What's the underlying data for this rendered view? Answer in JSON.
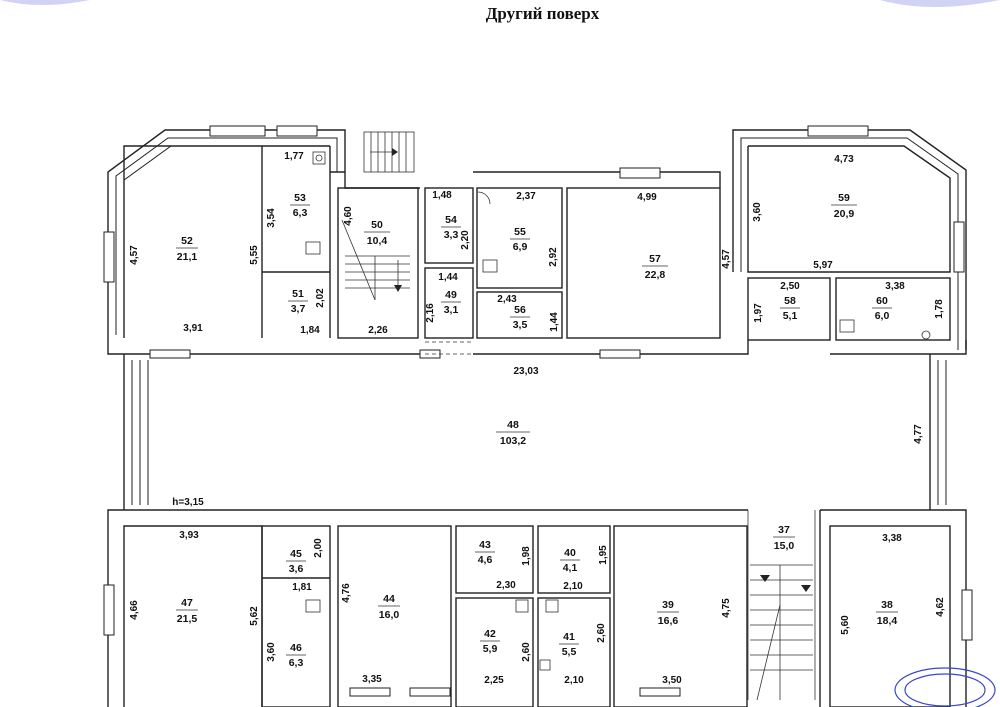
{
  "title": "Другий поверх",
  "rooms": [
    {
      "id": "52",
      "area": "21,1"
    },
    {
      "id": "53",
      "area": "6,3"
    },
    {
      "id": "51",
      "area": "3,7"
    },
    {
      "id": "50",
      "area": "10,4"
    },
    {
      "id": "54",
      "area": "3,3"
    },
    {
      "id": "49",
      "area": "3,1"
    },
    {
      "id": "55",
      "area": "6,9"
    },
    {
      "id": "56",
      "area": "3,5"
    },
    {
      "id": "57",
      "area": "22,8"
    },
    {
      "id": "59",
      "area": "20,9"
    },
    {
      "id": "58",
      "area": "5,1"
    },
    {
      "id": "60",
      "area": "6,0"
    },
    {
      "id": "48",
      "area": "103,2"
    },
    {
      "id": "45",
      "area": "3,6"
    },
    {
      "id": "47",
      "area": "21,5"
    },
    {
      "id": "46",
      "area": "6,3"
    },
    {
      "id": "44",
      "area": "16,0"
    },
    {
      "id": "43",
      "area": "4,6"
    },
    {
      "id": "42",
      "area": "5,9"
    },
    {
      "id": "40",
      "area": "4,1"
    },
    {
      "id": "41",
      "area": "5,5"
    },
    {
      "id": "39",
      "area": "16,6"
    },
    {
      "id": "37",
      "area": "15,0"
    },
    {
      "id": "38",
      "area": "18,4"
    }
  ],
  "dimensions": [
    "1,77",
    "3,54",
    "5,55",
    "2,02",
    "1,84",
    "3,91",
    "4,57",
    "4,60",
    "2,26",
    "1,48",
    "2,20",
    "1,44",
    "2,16",
    "2,37",
    "2,92",
    "2,43",
    "1,44",
    "4,99",
    "4,57",
    "4,73",
    "3,60",
    "2,50",
    "5,97",
    "3,38",
    "1,97",
    "1,78",
    "23,03",
    "4,77",
    "h=3,15",
    "3,93",
    "2,00",
    "1,81",
    "5,62",
    "4,66",
    "3,60",
    "4,76",
    "3,35",
    "1,98",
    "2,30",
    "2,60",
    "2,25",
    "1,95",
    "2,10",
    "2,60",
    "2,10",
    "4,75",
    "3,50",
    "3,38",
    "5,60",
    "4,62"
  ]
}
